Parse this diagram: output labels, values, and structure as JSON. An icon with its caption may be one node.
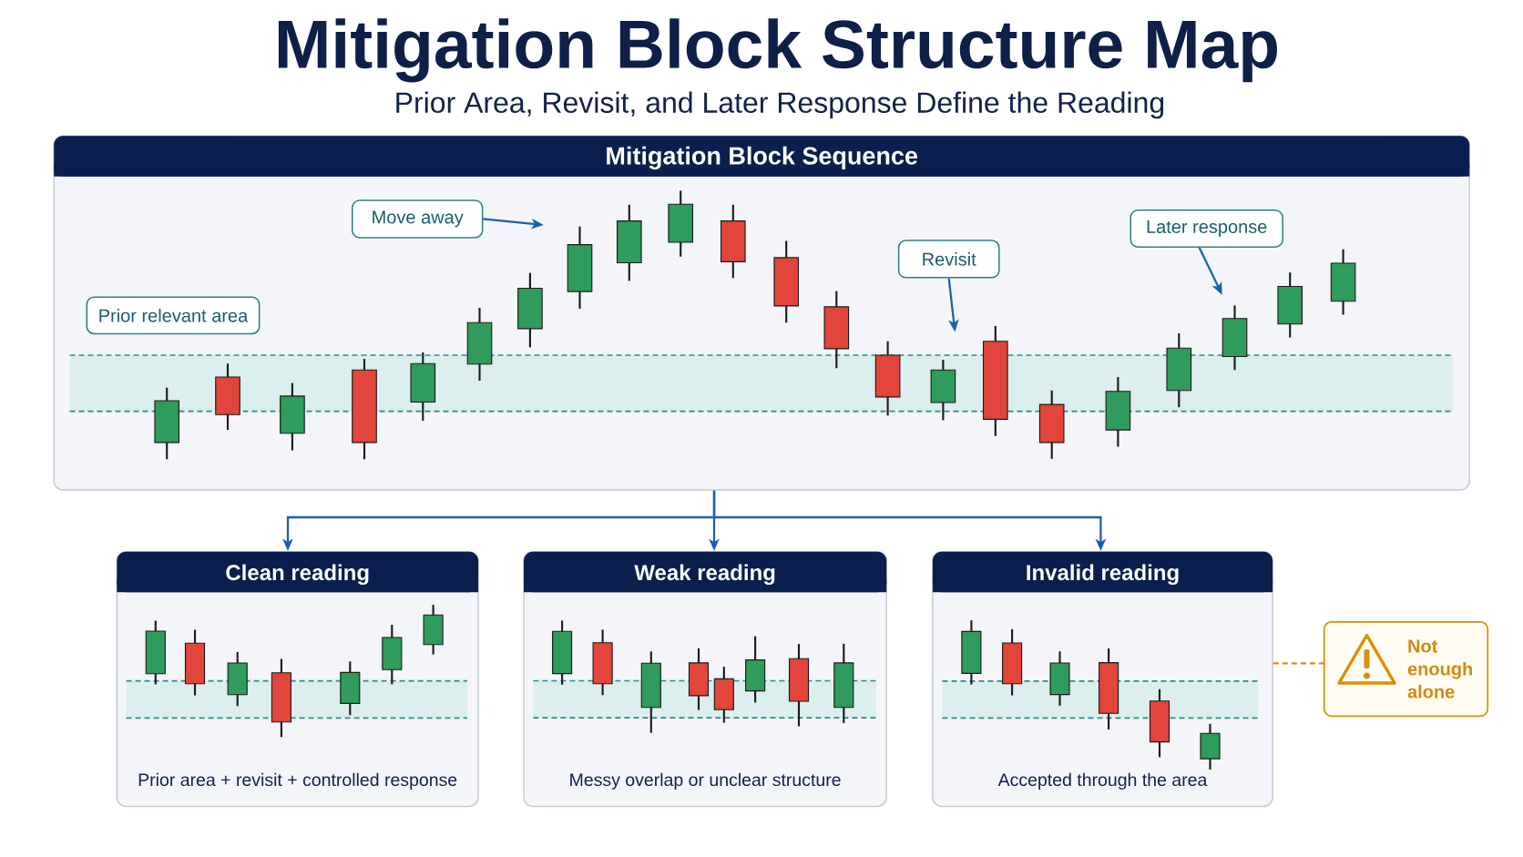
{
  "diagram": {
    "title": "Mitigation Block Structure Map",
    "nodes": [
      {
        "text": [
          "Mitigation Block Sequence"
        ]
      },
      {
        "text": [
          "Prior relevant area"
        ],
        "in": 0
      },
      {
        "text": [
          "Move away"
        ],
        "in": 0
      },
      {
        "text": [
          "Revisit"
        ],
        "in": 0
      },
      {
        "text": [
          "Later response"
        ],
        "in": 0
      },
      {
        "text": [
          "Clean reading",
          "Prior area + revisit + controlled response"
        ]
      },
      {
        "text": [
          "Weak reading",
          "Messy overlap or unclear structure"
        ]
      },
      {
        "text": [
          "Invalid reading",
          "Accepted through the area"
        ]
      },
      {
        "text": [
          "Not enough alone"
        ]
      }
    ],
    "edges": [
      {
        "from": 2,
        "to": null,
        "arrow": "to"
      },
      {
        "from": 3,
        "to": null,
        "arrow": "to"
      },
      {
        "from": 4,
        "to": null,
        "arrow": "to"
      },
      {
        "from": 0,
        "to": 5,
        "arrow": "to"
      },
      {
        "from": 0,
        "to": 6,
        "arrow": "to"
      },
      {
        "from": 0,
        "to": 7,
        "arrow": "to"
      },
      {
        "from": 7,
        "to": 8,
        "arrow": "none",
        "style": "dashed",
        "color": "#d9900a"
      }
    ],
    "labels": [
      "Prior Area, Revisit, and Later Response Define the Reading"
    ]
  }
}
